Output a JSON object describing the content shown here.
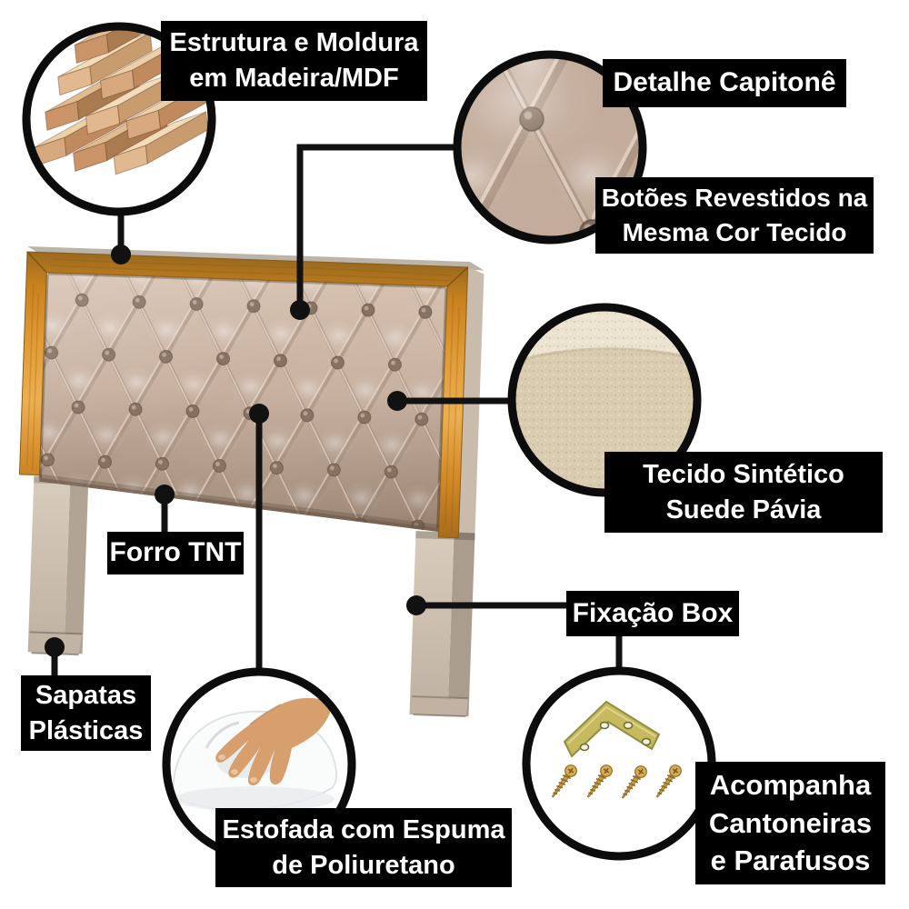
{
  "product": "headboard-features-infographic",
  "labels": {
    "estrutura": {
      "line1": "Estrutura e Moldura",
      "line2": "em Madeira/MDF"
    },
    "detalhe": {
      "line1": "Detalhe Capitonê"
    },
    "botoes": {
      "line1": "Botões Revestidos na",
      "line2": "Mesma Cor Tecido"
    },
    "tecido": {
      "line1": "Tecido Sintético",
      "line2": "Suede Pávia"
    },
    "forro": {
      "line1": "Forro TNT"
    },
    "fixacao": {
      "line1": "Fixação Box"
    },
    "sapatas": {
      "line1": "Sapatas",
      "line2": "Plásticas"
    },
    "estofada": {
      "line1": "Estofada com Espuma",
      "line2": "de Poliuretano"
    },
    "acompanha": {
      "line1": "Acompanha",
      "line2": "Cantoneiras",
      "line3": "e Parafusos"
    }
  },
  "callout_photos": {
    "estrutura": "wood-planks-photo",
    "capitone": "tufting-detail-photo",
    "tecido": "suede-fabric-texture-photo",
    "estofada": "foam-with-hand-photo",
    "fixacao": "corner-bracket-and-screws-photo"
  },
  "colors": {
    "background": "#ffffff",
    "label_bg": "#000000",
    "label_text": "#ffffff",
    "connector": "#111111",
    "wood_frame": "#d9952f",
    "fabric": "#c7b1a0",
    "legs": "#cec0b1",
    "foam": "#f5f6f7",
    "brass_screws": "#c49a45",
    "bracket_metal": "#c6b95e"
  }
}
